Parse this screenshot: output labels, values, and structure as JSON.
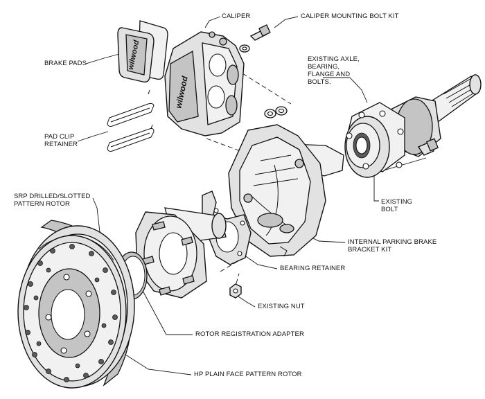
{
  "labels": {
    "caliper": "CALIPER",
    "caliper_bolt_kit": "CALIPER MOUNTING BOLT KIT",
    "brake_pads": "BRAKE PADS",
    "axle_lines": [
      "EXISTING AXLE,",
      "BEARING,",
      "FLANGE AND",
      "BOLTS."
    ],
    "pad_clip_lines": [
      "PAD CLIP",
      "RETAINER"
    ],
    "srp_rotor_lines": [
      "SRP DRILLED/SLOTTED",
      "PATTERN ROTOR"
    ],
    "existing_bolt_lines": [
      "EXISTING",
      "BOLT"
    ],
    "parking_brake_lines": [
      "INTERNAL PARKING BRAKE",
      "BRACKET KIT"
    ],
    "bearing_retainer": "BEARING RETAINER",
    "existing_nut": "EXISTING NUT",
    "rotor_adapter": "ROTOR REGISTRATION ADAPTER",
    "hp_rotor": "HP PLAIN FACE PATTERN ROTOR"
  },
  "branding": {
    "pad_logo": "wilwood",
    "caliper_logo": "wilwood"
  },
  "colors": {
    "line": "#111111",
    "part_fill": "#e2e2e2",
    "part_light": "#f1f1f1",
    "part_dark": "#c4c4c4",
    "background": "#ffffff"
  }
}
